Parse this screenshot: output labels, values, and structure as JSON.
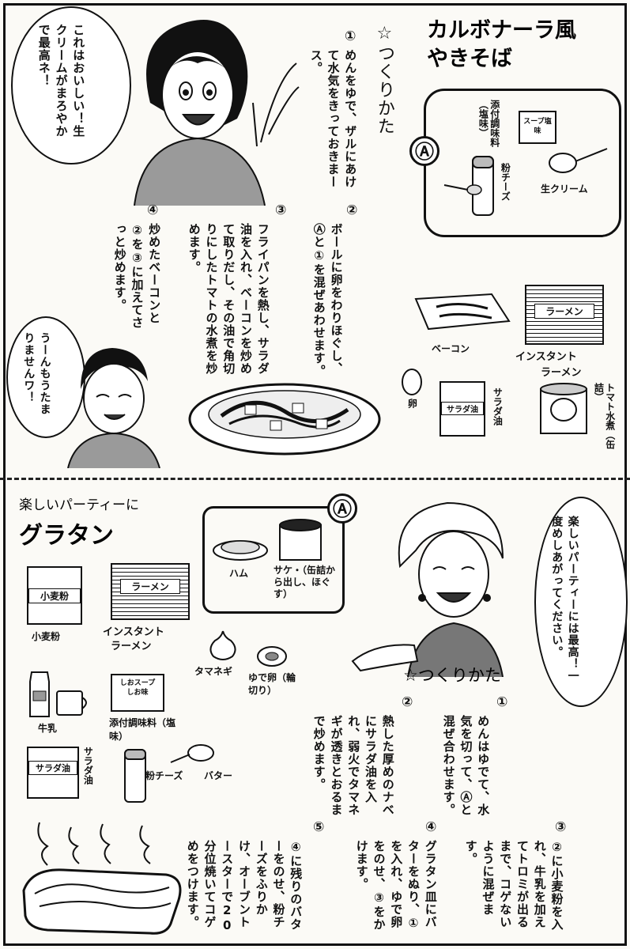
{
  "top": {
    "title_line1": "カルボナーラ風",
    "title_line2": "やきそば",
    "howto_heading": "☆つくりかた",
    "speech_bubble": "これはおいしい！生クリームがまろやかで最高ネ！",
    "speech_bubble_2": "うーんもうたまりませんワ！",
    "a_mark": "Ⓐ",
    "steps": [
      {
        "num": "①",
        "text": "めんをゆで、ザルにあけて水気をきっておきまース。"
      },
      {
        "num": "②",
        "text": "ボールに卵をわりほぐし、Ⓐと①を混ぜあわせます。"
      },
      {
        "num": "③",
        "text": "フライパンを熱し、サラダ油を入れ、ベーコンを炒めて取りだし、その油で角切りにしたトマトの水煮を炒めます。"
      },
      {
        "num": "④",
        "text": "炒めたベーコンと②を③に加えてさっと炒めます。"
      }
    ],
    "ingredients": {
      "seasoning_label": "添付調味料（塩味）",
      "soup_packet": "スープ塩味",
      "cream": "生クリーム",
      "cheese": "粉チーズ",
      "bacon": "ベーコン",
      "instant_ramen": "インスタントラーメン",
      "ramen_pack": "ラーメン",
      "egg": "卵",
      "salad_oil": "サラダ油",
      "oil_can": "サラダ油",
      "tomato": "トマト水煮（缶詰）"
    }
  },
  "bottom": {
    "subtitle": "楽しいパーティーに",
    "title": "グラタン",
    "a_mark": "Ⓐ",
    "howto_heading": "☆つくりかた",
    "speech_bubble": "楽しいパーティーには最高！一度めしあがってください。",
    "a_box": {
      "ham": "ハム",
      "salmon": "サケ・（缶詰から出し、ほぐす）"
    },
    "ingredients": {
      "flour": "小麦粉",
      "flour_can": "小麦粉",
      "instant_ramen": "インスタントラーメン",
      "ramen_pack": "ラーメン",
      "onion": "タマネギ",
      "boiled_egg": "ゆで卵（輪切り）",
      "milk": "牛乳",
      "seasoning": "添付調味料（塩味）",
      "soup_packet": "しおスープしお味",
      "salad_oil": "サラダ油",
      "oil_can": "サラダ油",
      "cheese": "粉チーズ",
      "butter": "バター"
    },
    "steps": [
      {
        "num": "①",
        "text": "めんはゆでて、水気を切って、Ⓐと混ぜ合わせます。"
      },
      {
        "num": "②",
        "text": "熱した厚めのナベにサラダ油を入れ、弱火でタマネギが透きとおるまで炒めます。"
      },
      {
        "num": "③",
        "text": "②に小麦粉を入れ、牛乳を加えてトロミが出るまで、コゲないように混ぜます。"
      },
      {
        "num": "④",
        "text": "グラタン皿にバターをぬり、①を入れ、ゆで卵をのせ、③をかけます。"
      },
      {
        "num": "⑤",
        "text": "④に残りのバターをのせ、粉チーズをふりかけ、オーブントースターで20分位焼いてコゲめをつけます。"
      }
    ]
  }
}
